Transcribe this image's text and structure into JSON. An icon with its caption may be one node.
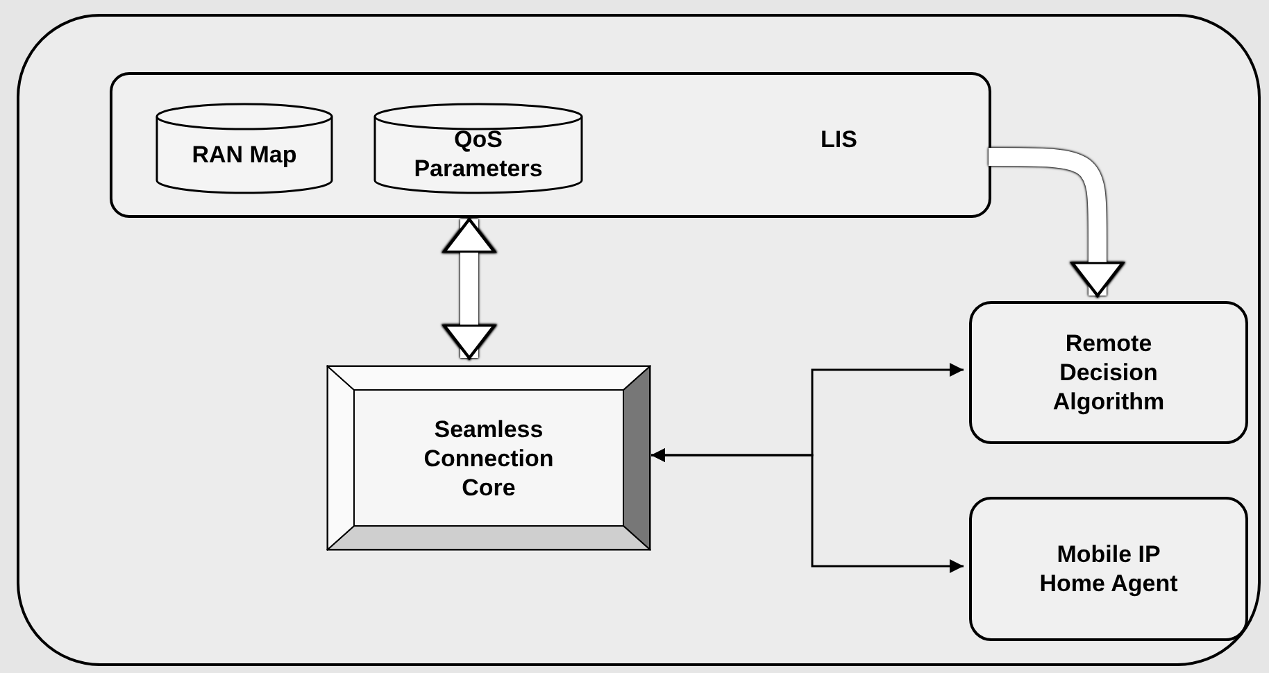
{
  "diagram": {
    "nodes": [
      {
        "text": [],
        "shape": "box"
      },
      {
        "text": [
          "LIS"
        ],
        "in": 0
      },
      {
        "text": [
          "RAN Map"
        ],
        "in": 1
      },
      {
        "text": [
          "QoS Parameters"
        ],
        "in": 1
      },
      {
        "text": [
          "Seamless Connection Core"
        ],
        "in": 0
      },
      {
        "text": [
          "Remote Decision Algorithm"
        ],
        "in": 0
      },
      {
        "text": [
          "Mobile IP Home Agent"
        ],
        "in": 0
      }
    ],
    "edges": [
      {
        "from": 1,
        "to": 4,
        "arrow": "both",
        "style": "thick",
        "color": "#ffffff"
      },
      {
        "from": 1,
        "to": 5,
        "arrow": "to",
        "style": "thick",
        "color": "#ffffff"
      },
      {
        "from": 4,
        "to": 5,
        "arrow": "both",
        "color": "#000000"
      },
      {
        "from": 4,
        "to": 6,
        "arrow": "both",
        "color": "#000000"
      }
    ]
  }
}
